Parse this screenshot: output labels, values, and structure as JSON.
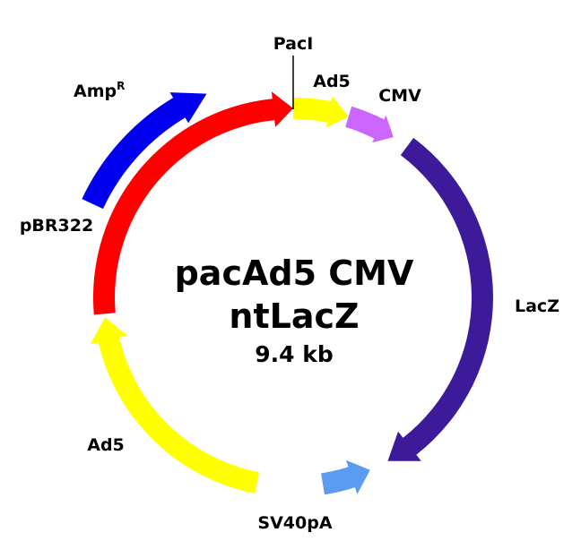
{
  "plasmid": {
    "name_line1": "pacAd5 CMV",
    "name_line2": "ntLacZ",
    "size": "9.4 kb"
  },
  "site": {
    "label": "PacI"
  },
  "features": [
    {
      "id": "ad5-right",
      "label": "Ad5",
      "color": "#FFFF00"
    },
    {
      "id": "cmv",
      "label": "CMV",
      "color": "#CC66FF"
    },
    {
      "id": "lacz",
      "label": "LacZ",
      "color": "#3D1A99"
    },
    {
      "id": "sv40pa",
      "label": "SV40pA",
      "color": "#5B9BF0"
    },
    {
      "id": "ad5-left",
      "label": "Ad5",
      "color": "#FFFF00"
    },
    {
      "id": "pbr322",
      "label": "pBR322",
      "color": "#FF0000"
    },
    {
      "id": "ampr",
      "label": "Amp",
      "label_sup": "R",
      "color": "#0000EE"
    }
  ]
}
